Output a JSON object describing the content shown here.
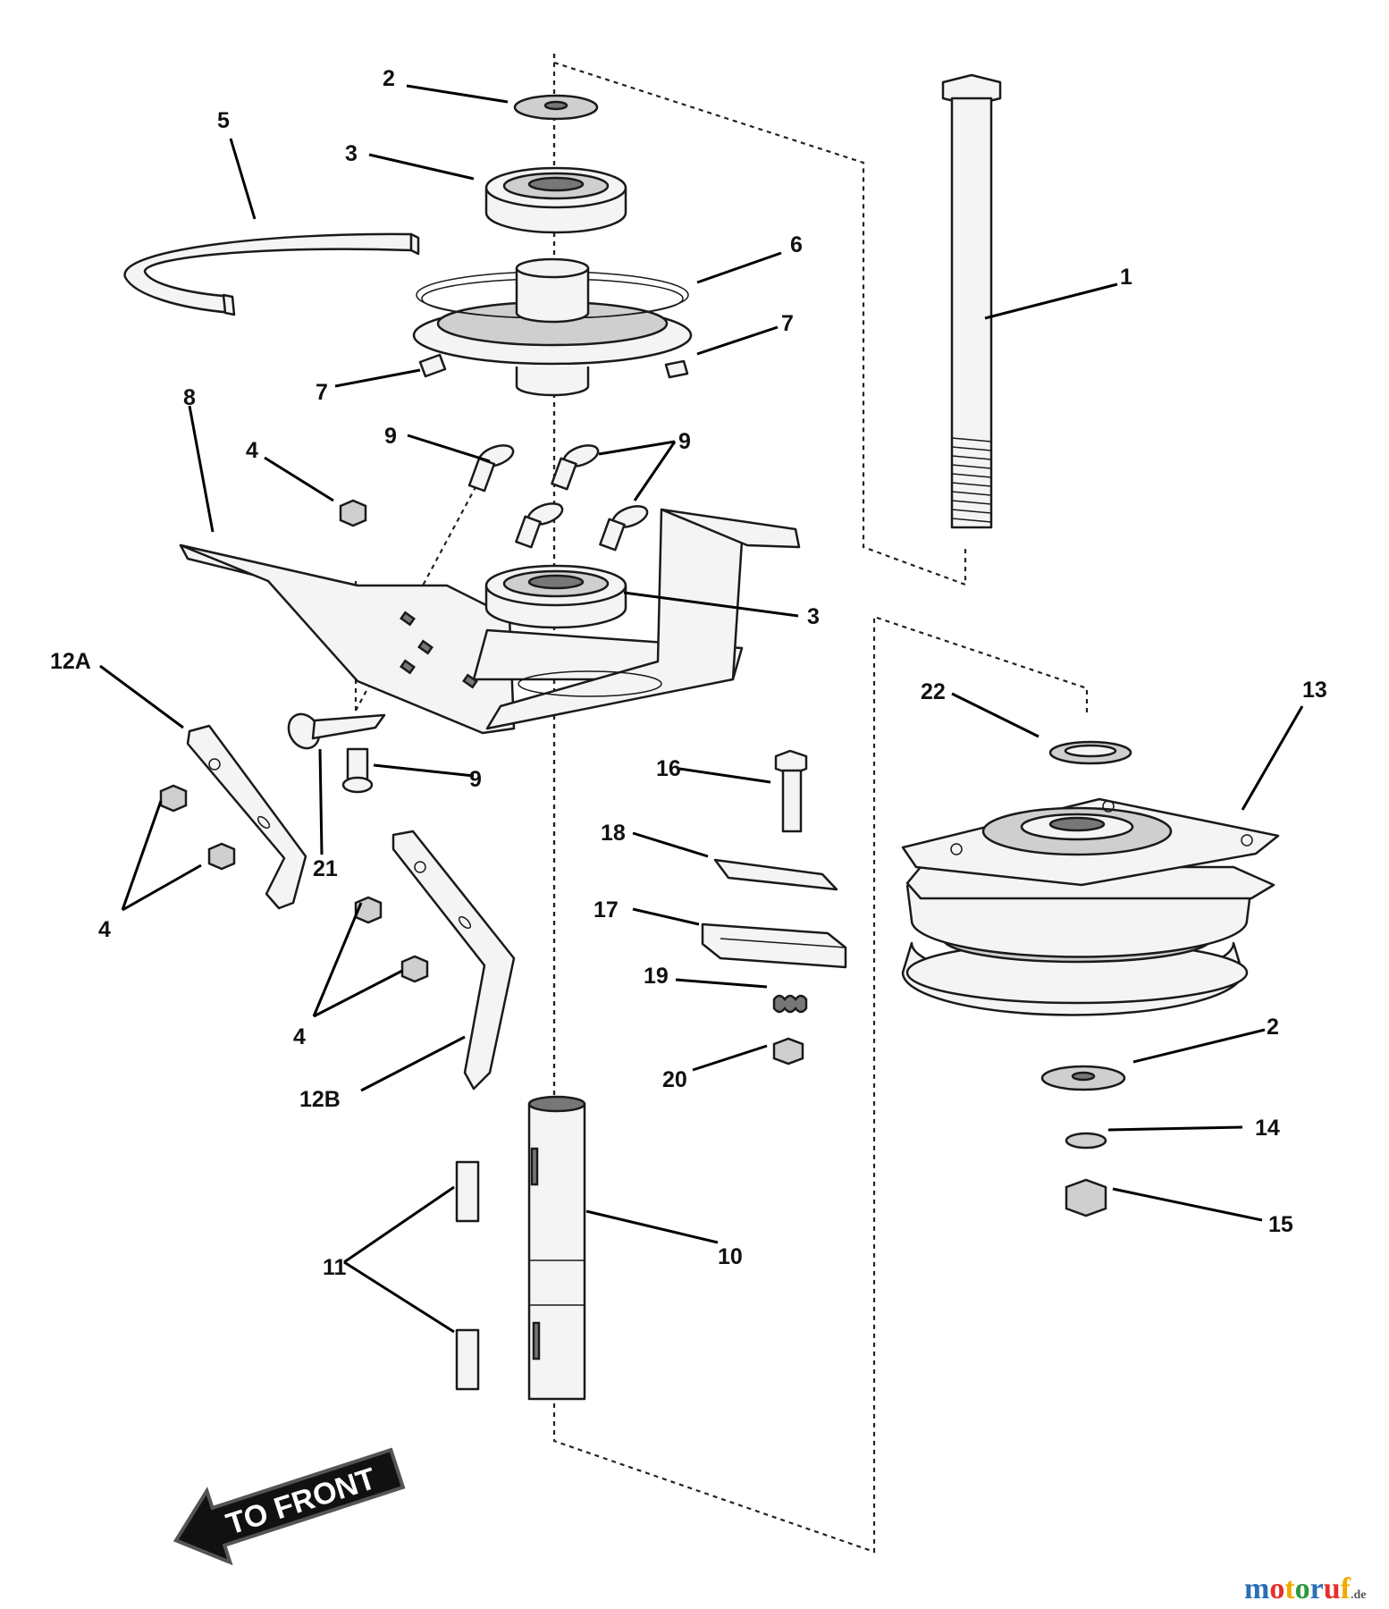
{
  "callouts": {
    "c1": "1",
    "c2a": "2",
    "c2b": "2",
    "c3a": "3",
    "c3b": "3",
    "c4a": "4",
    "c4b": "4",
    "c4c": "4",
    "c5": "5",
    "c6": "6",
    "c7a": "7",
    "c7b": "7",
    "c8": "8",
    "c9a": "9",
    "c9b": "9",
    "c9c": "9",
    "c10": "10",
    "c11": "11",
    "c12a": "12A",
    "c12b": "12B",
    "c13": "13",
    "c14": "14",
    "c15": "15",
    "c16": "16",
    "c17": "17",
    "c18": "18",
    "c19": "19",
    "c20": "20",
    "c21": "21",
    "c22": "22"
  },
  "direction_arrow": {
    "label": "TO FRONT"
  },
  "watermark": {
    "name": "motoruf",
    "suffix": ".de"
  }
}
